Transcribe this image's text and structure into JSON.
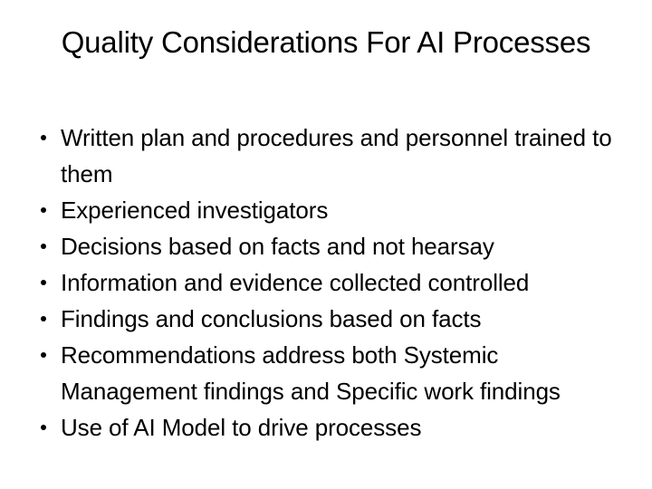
{
  "slide": {
    "title": "Quality Considerations For AI Processes",
    "title_lines": [
      "Quality Considerations For AI",
      "Processes"
    ],
    "bullet_marker": "bullet-dot",
    "text_color": "#000000",
    "background_color": "#ffffff",
    "bullets": [
      {
        "text": "Written plan and procedures and personnel trained to them"
      },
      {
        "text": "Experienced investigators"
      },
      {
        "text": "Decisions based on facts and not hearsay"
      },
      {
        "text": "Information and evidence collected controlled"
      },
      {
        "text": "Findings and conclusions based on facts"
      },
      {
        "text": "Recommendations address both Systemic Management findings and Specific work findings"
      },
      {
        "text": "Use of AI Model to drive processes"
      }
    ]
  }
}
